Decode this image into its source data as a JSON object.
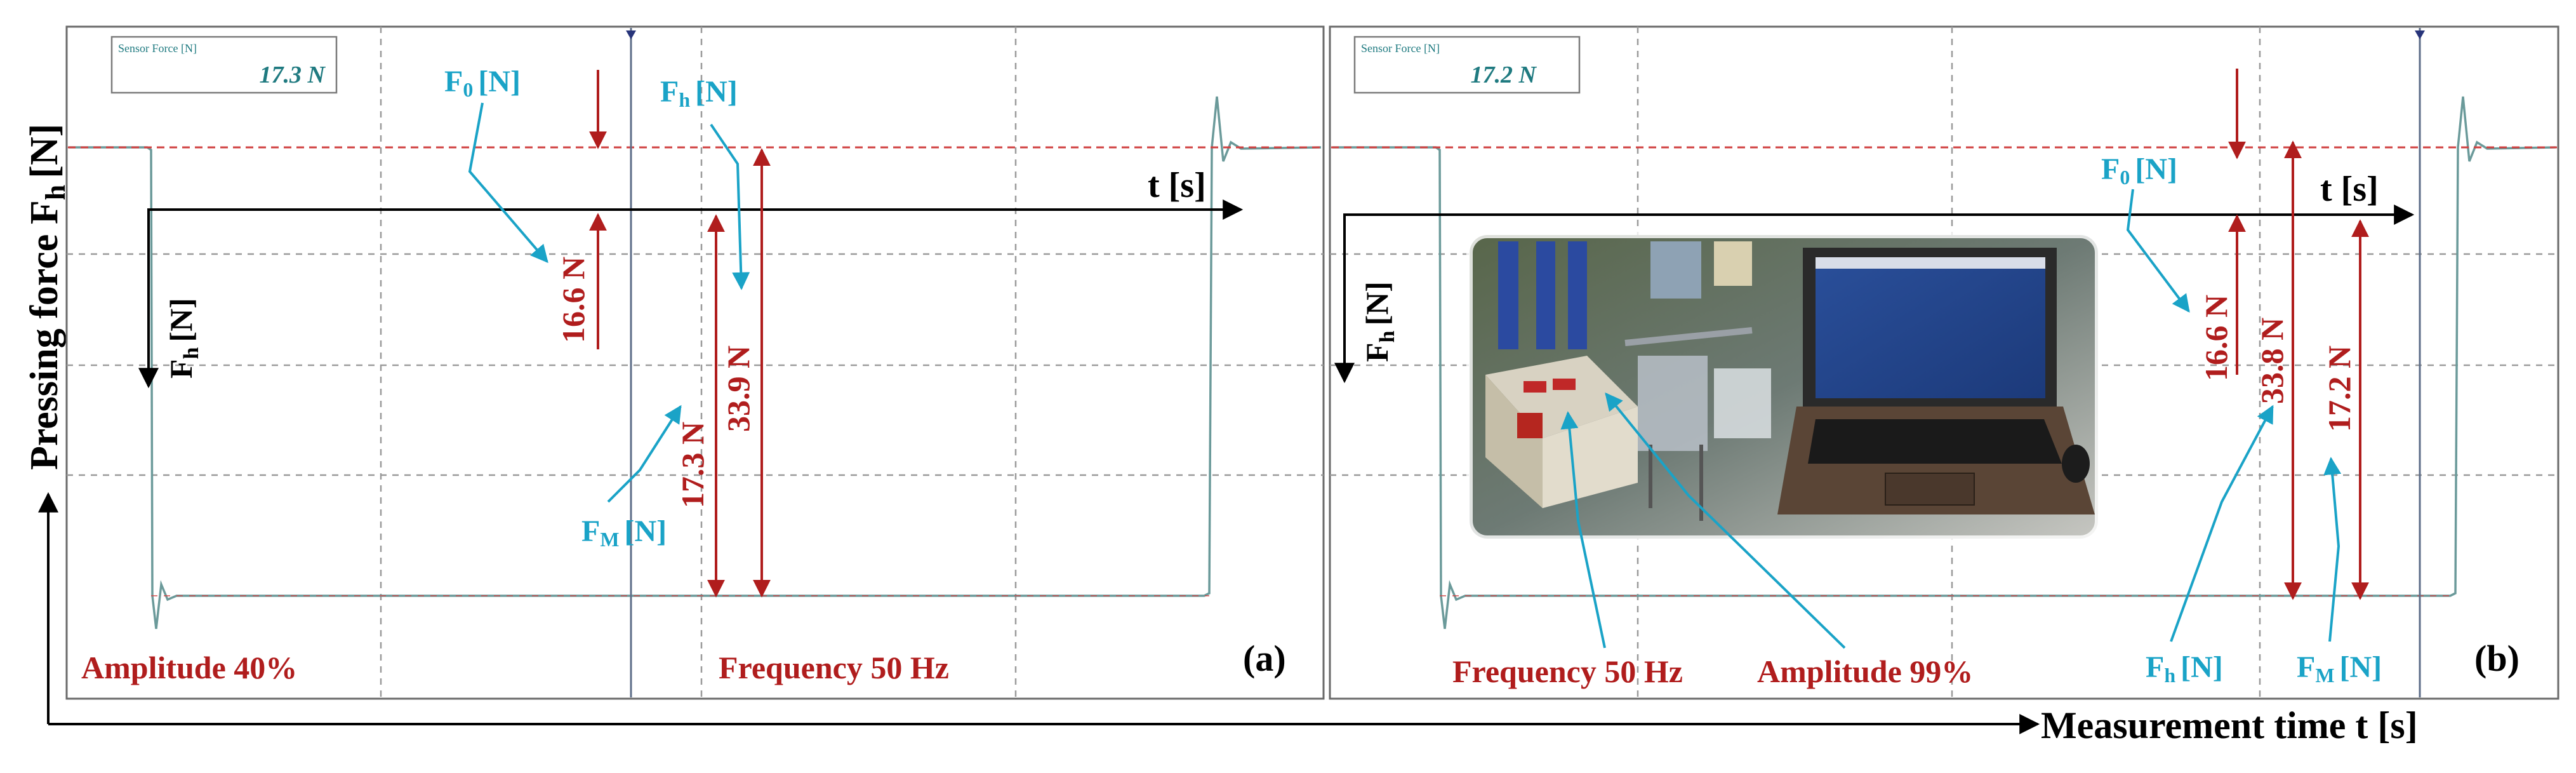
{
  "figure": {
    "y_axis_label": "Pressing force F",
    "y_axis_label_sub": "h",
    "y_axis_unit": "[N]",
    "x_axis_label": "Measurement time t [s]"
  },
  "panels": [
    {
      "id": "a",
      "tag": "(a)",
      "sensor_box_title": "Sensor Force [N]",
      "sensor_box_value": "17.3 N",
      "t_axis_label": "t [s]",
      "fh_axis_label": "F",
      "fh_axis_sub": "h",
      "fh_axis_unit": "[N]",
      "labels": {
        "f0": {
          "main": "F",
          "sub": "0",
          "unit": "[N]"
        },
        "fh": {
          "main": "F",
          "sub": "h",
          "unit": "[N]"
        },
        "fm": {
          "main": "F",
          "sub": "M",
          "unit": "[N]"
        }
      },
      "value_f0": "16.6 N",
      "value_fm": "17.3 N",
      "value_fh": "33.9 N",
      "amplitude_label": "Amplitude 40%",
      "frequency_label": "Frequency 50 Hz"
    },
    {
      "id": "b",
      "tag": "(b)",
      "sensor_box_title": "Sensor Force [N]",
      "sensor_box_value": "17.2 N",
      "t_axis_label": "t [s]",
      "fh_axis_label": "F",
      "fh_axis_sub": "h",
      "fh_axis_unit": "[N]",
      "labels": {
        "f0": {
          "main": "F",
          "sub": "0",
          "unit": "[N]"
        },
        "fh": {
          "main": "F",
          "sub": "h",
          "unit": "[N]"
        },
        "fm": {
          "main": "F",
          "sub": "M",
          "unit": "[N]"
        }
      },
      "value_f0": "16.6 N",
      "value_fh": "33.8 N",
      "value_fm": "17.2 N",
      "frequency_label": "Frequency 50 Hz",
      "amplitude_label": "Amplitude 99%"
    }
  ],
  "colors": {
    "trace": "#6b9a9a",
    "dashed_red": "#d04040",
    "grid": "#9a9a9a",
    "dark_red": "#b01d1d",
    "cyan": "#1aa3c7",
    "box_text": "#1f7a80"
  },
  "chart_data": [
    {
      "type": "line",
      "panel": "a",
      "xlabel": "t [s]",
      "ylabel": "F [N]",
      "series": [
        {
          "values": [
            {
              "phase": "before",
              "force_N": 16.6
            },
            {
              "phase": "pressed",
              "force_N": 33.9
            },
            {
              "phase": "after",
              "force_N": 16.6
            }
          ]
        }
      ],
      "annotations": {
        "F0": 16.6,
        "FM": 17.3,
        "Fh": 33.9,
        "amplitude_percent": 40,
        "frequency_Hz": 50
      },
      "grid": true
    },
    {
      "type": "line",
      "panel": "b",
      "xlabel": "t [s]",
      "ylabel": "F [N]",
      "series": [
        {
          "values": [
            {
              "phase": "before",
              "force_N": 16.6
            },
            {
              "phase": "pressed",
              "force_N": 33.8
            },
            {
              "phase": "after",
              "force_N": 16.6
            }
          ]
        }
      ],
      "annotations": {
        "F0": 16.6,
        "FM": 17.2,
        "Fh": 33.8,
        "amplitude_percent": 99,
        "frequency_Hz": 50
      },
      "grid": true
    }
  ]
}
